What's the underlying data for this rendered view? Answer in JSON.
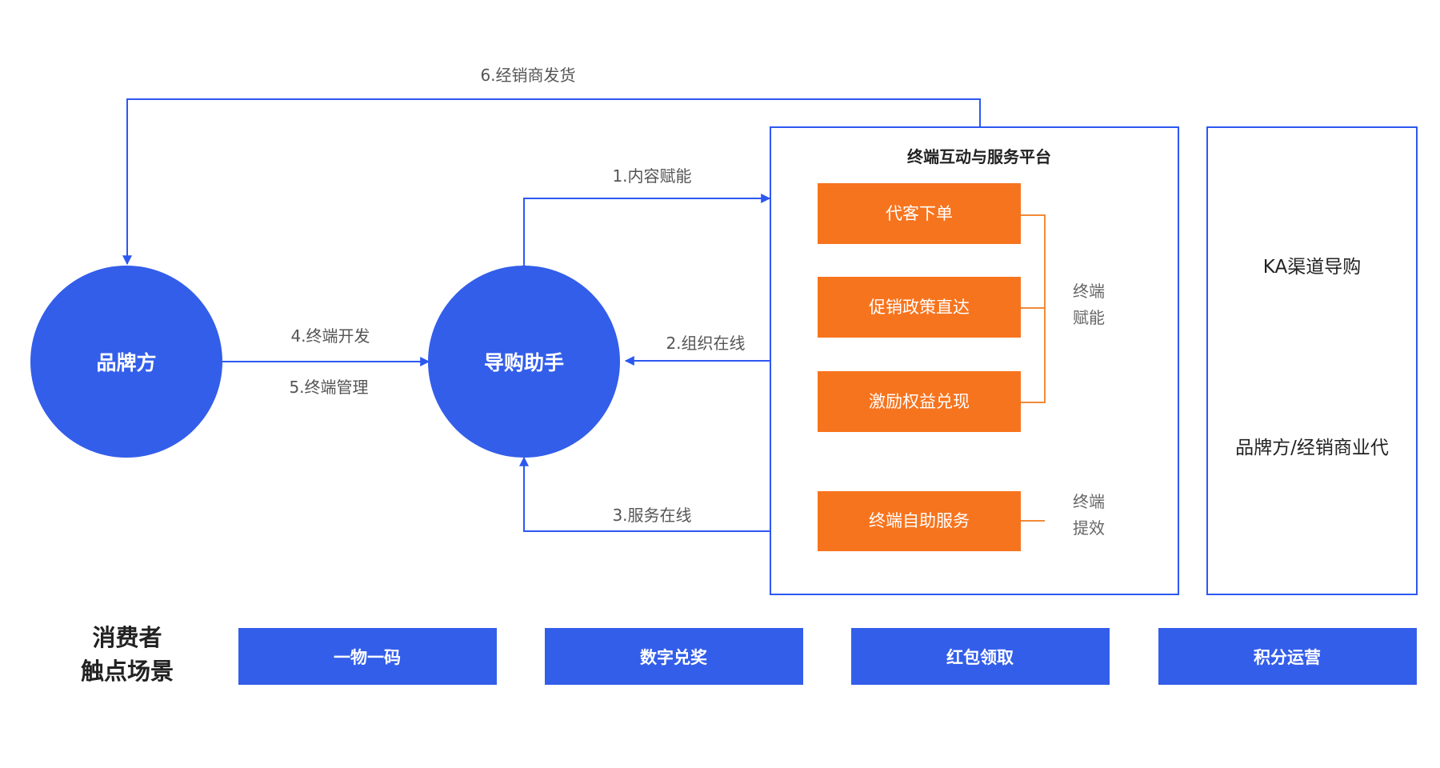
{
  "colors": {
    "blue": "#335eea",
    "orange": "#f7741e",
    "line_blue": "#2c58f0",
    "bracket_orange": "#f08a3a",
    "edge_text": "#555555"
  },
  "nodes": {
    "brand": "品牌方",
    "assistant": "导购助手"
  },
  "edges": {
    "e1": "1.内容赋能",
    "e2": "2.组织在线",
    "e3": "3.服务在线",
    "e4": "4.终端开发",
    "e5": "5.终端管理",
    "e6": "6.经销商发货"
  },
  "platform": {
    "title": "终端互动与服务平台",
    "items": [
      "代客下单",
      "促销政策直达",
      "激励权益兑现",
      "终端自助服务"
    ],
    "group1": [
      "终端",
      "赋能"
    ],
    "group2": [
      "终端",
      "提效"
    ]
  },
  "ka": {
    "line1": "KA渠道导购",
    "line2": "品牌方/经销商业代"
  },
  "consumer": {
    "line1": "消费者",
    "line2": "触点场景",
    "scenes": [
      "一物一码",
      "数字兑奖",
      "红包领取",
      "积分运营"
    ]
  }
}
